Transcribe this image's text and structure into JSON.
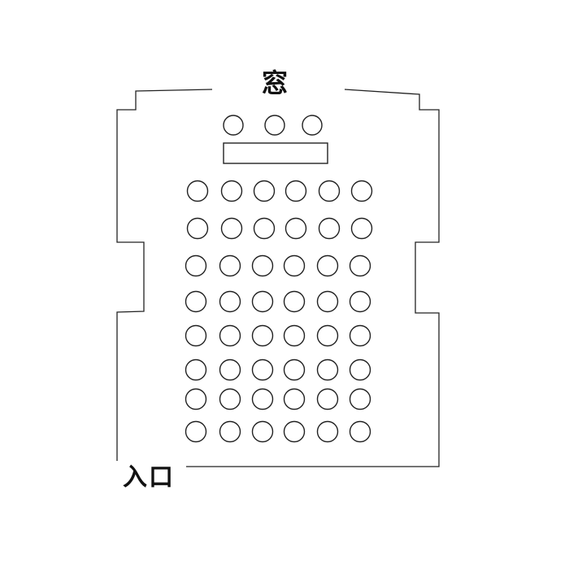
{
  "labels": {
    "window": "窓",
    "entrance": "入口"
  },
  "layout": {
    "front_seats": 3,
    "podium": 1,
    "seat_rows": 8,
    "seats_per_row": 6
  }
}
